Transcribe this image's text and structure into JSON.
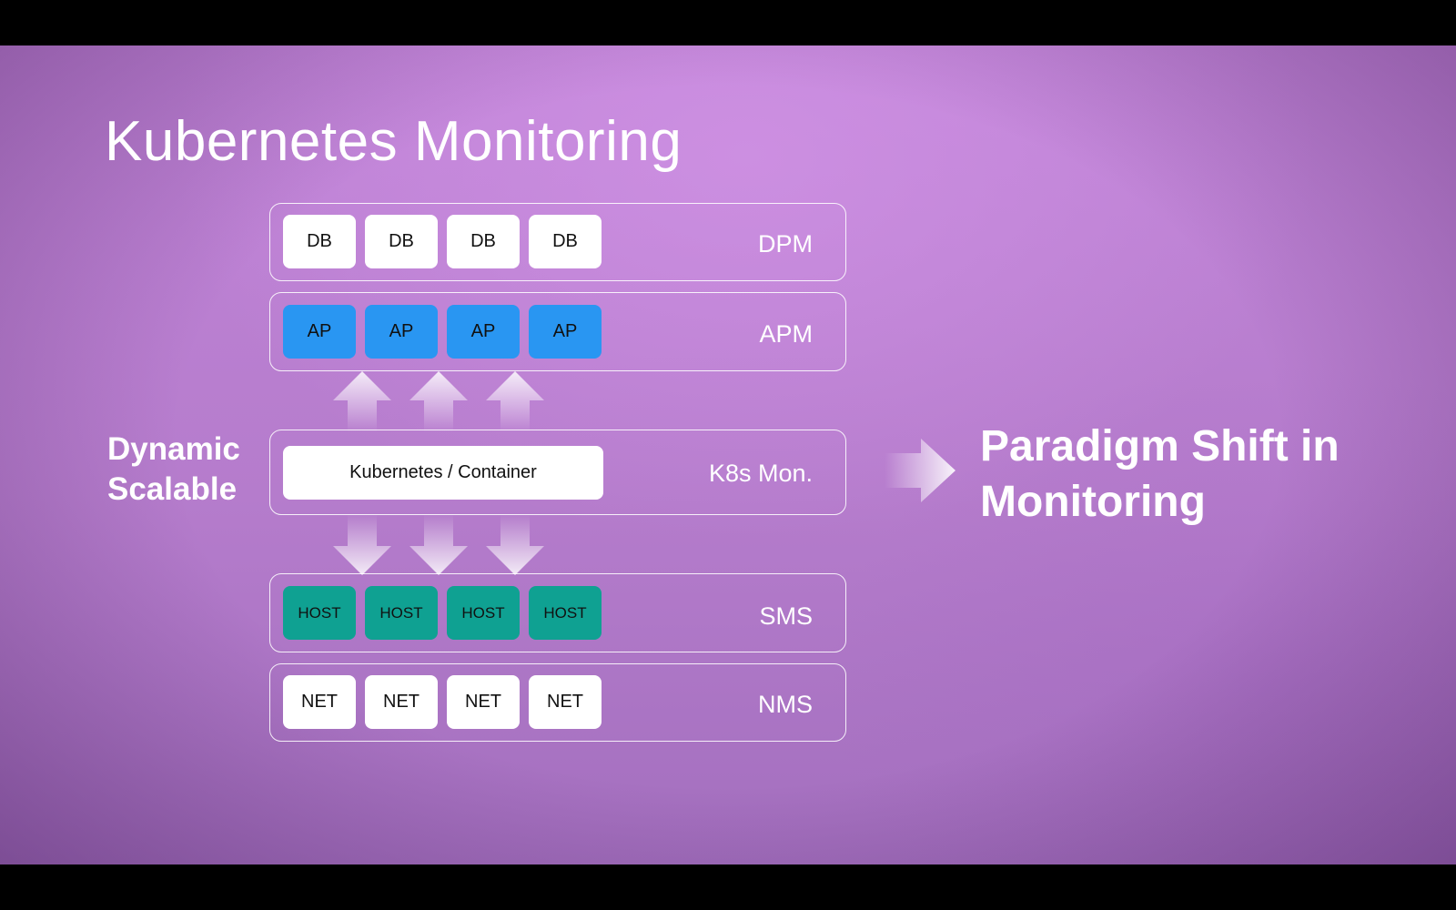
{
  "slide": {
    "title": "Kubernetes Monitoring",
    "side_label": [
      "Dynamic",
      "Scalable"
    ],
    "paradigm": [
      "Paradigm Shift in",
      "Monitoring"
    ]
  },
  "layers": {
    "dpm": {
      "label": "DPM",
      "items": [
        "DB",
        "DB",
        "DB",
        "DB"
      ]
    },
    "apm": {
      "label": "APM",
      "items": [
        "AP",
        "AP",
        "AP",
        "AP"
      ]
    },
    "k8s": {
      "label": "K8s Mon.",
      "box": "Kubernetes / Container"
    },
    "sms": {
      "label": "SMS",
      "items": [
        "HOST",
        "HOST",
        "HOST",
        "HOST"
      ]
    },
    "nms": {
      "label": "NMS",
      "items": [
        "NET",
        "NET",
        "NET",
        "NET"
      ]
    }
  },
  "colors": {
    "ap": "#2996f2",
    "host": "#0fa192",
    "white_box": "#ffffff"
  },
  "icons": {
    "up_arrow": "up-arrow-icon",
    "down_arrow": "down-arrow-icon",
    "right_arrow": "right-arrow-icon"
  }
}
